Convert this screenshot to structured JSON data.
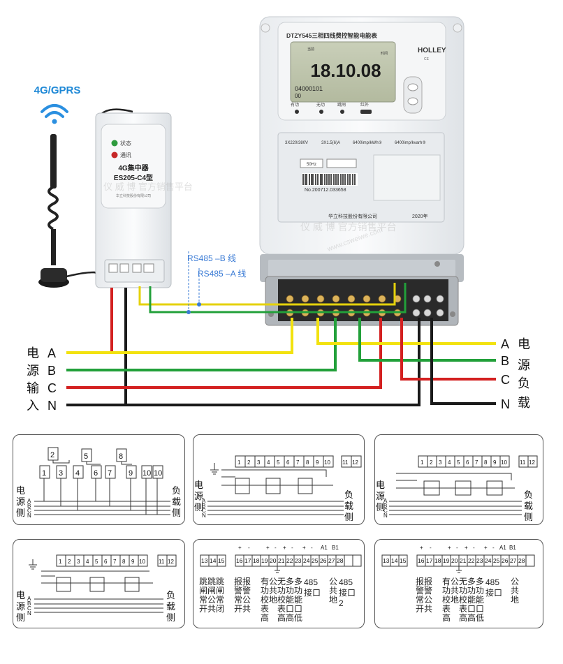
{
  "antenna": {
    "label": "4G/GPRS"
  },
  "concentrator": {
    "status_label": "状态",
    "comm_label": "通讯",
    "title": "4G集中器",
    "model": "ES205-C4型",
    "maker": "华立科技股份有限公司"
  },
  "rs485": {
    "b_label": "RS485 –B 线",
    "a_label": "RS485 –A 线"
  },
  "meter": {
    "title": "DTZY545三相四线费控智能电能表",
    "brand": "HOLLEY",
    "cert": "CE",
    "lcd_top_left": "当前",
    "lcd_top_right": "时间",
    "lcd_value": "18.10.08",
    "lcd_code": "04000101",
    "lcd_small": "00",
    "ind_active": "有功",
    "ind_reactive": "无功",
    "ind_trip": "跳闸",
    "ind_ir": "红外",
    "spec_voltage": "3X220/380V",
    "spec_current": "3X1.5(6)A",
    "spec_const1": "6400imp/kWh①",
    "spec_const2": "6400imp/kvarh②",
    "freq": "50Hz",
    "serial": "No.200712.033658",
    "company": "华立科技股份有限公司",
    "year": "2020年"
  },
  "watermark": {
    "text": "仪 威 博 官方销售平台",
    "url": "www.csweiwe.com"
  },
  "left_side": {
    "chars": [
      "电",
      "源",
      "输",
      "入"
    ],
    "phases": [
      "A",
      "B",
      "C",
      "N"
    ]
  },
  "right_side": {
    "phases": [
      "A",
      "B",
      "C",
      "N"
    ],
    "chars": [
      "电",
      "源",
      "负",
      "载"
    ]
  },
  "colors": {
    "phase_a": "#f2e20f",
    "phase_b": "#22a03a",
    "phase_c": "#d32020",
    "neutral": "#1a1a1a",
    "rs485": "#3a7bd5"
  },
  "panels": {
    "p1": {
      "numbers": [
        "1",
        "2",
        "3",
        "4",
        "5",
        "6",
        "7",
        "8",
        "9",
        "10",
        "10"
      ],
      "left": [
        "电",
        "源",
        "侧"
      ],
      "right": [
        "负",
        "载",
        "侧"
      ],
      "abcn": [
        "A",
        "B",
        "C",
        "N"
      ]
    },
    "p2": {
      "numbers": [
        "1",
        "2",
        "3",
        "4",
        "5",
        "6",
        "7",
        "8",
        "9",
        "10",
        "11",
        "12"
      ],
      "left": [
        "电",
        "源",
        "侧"
      ],
      "right": [
        "负",
        "载",
        "侧"
      ],
      "abcn": [
        "A",
        "B",
        "C",
        "N"
      ]
    },
    "p3": {
      "numbers": [
        "1",
        "2",
        "3",
        "4",
        "5",
        "6",
        "7",
        "8",
        "9",
        "10",
        "11",
        "12"
      ],
      "left": [
        "电",
        "源",
        "侧"
      ],
      "right": [
        "负",
        "载",
        "侧"
      ],
      "abcn": [
        "A",
        "B",
        "C",
        "N"
      ]
    },
    "p4": {
      "numbers": [
        "1",
        "2",
        "3",
        "4",
        "5",
        "6",
        "7",
        "8",
        "9",
        "10",
        "11",
        "12"
      ],
      "left": [
        "电",
        "源",
        "侧"
      ],
      "right": [
        "负",
        "载",
        "侧"
      ],
      "abcn": [
        "A",
        "B",
        "C",
        "N"
      ]
    },
    "p5": {
      "signs": [
        "+",
        "-",
        "+",
        "-",
        "+",
        "-",
        "+",
        "-",
        "A1",
        "B1"
      ],
      "numbers": [
        "13",
        "14",
        "15",
        "16",
        "17",
        "18",
        "19",
        "20",
        "21",
        "22",
        "23",
        "24",
        "25",
        "26",
        "27",
        "28"
      ],
      "cols": [
        "跳闸常开",
        "跳闸公共",
        "跳闸常闭",
        "报警常开",
        "报警公共",
        "有功校表高",
        "公共地",
        "无功校表高",
        "多功能口高",
        "多功能口低",
        "485接口",
        "公共地",
        "485接口2"
      ]
    },
    "p6": {
      "signs": [
        "+",
        "-",
        "+",
        "-",
        "+",
        "-",
        "+",
        "-",
        "A1",
        "B1"
      ],
      "numbers": [
        "13",
        "14",
        "15",
        "16",
        "17",
        "18",
        "19",
        "20",
        "21",
        "22",
        "23",
        "24",
        "25",
        "26",
        "27",
        "28"
      ],
      "cols": [
        "报警常开",
        "报警公共",
        "有功校表高",
        "公共地",
        "无功校表高",
        "多功能口高",
        "多功能口低",
        "485接口",
        "公共地"
      ]
    }
  }
}
